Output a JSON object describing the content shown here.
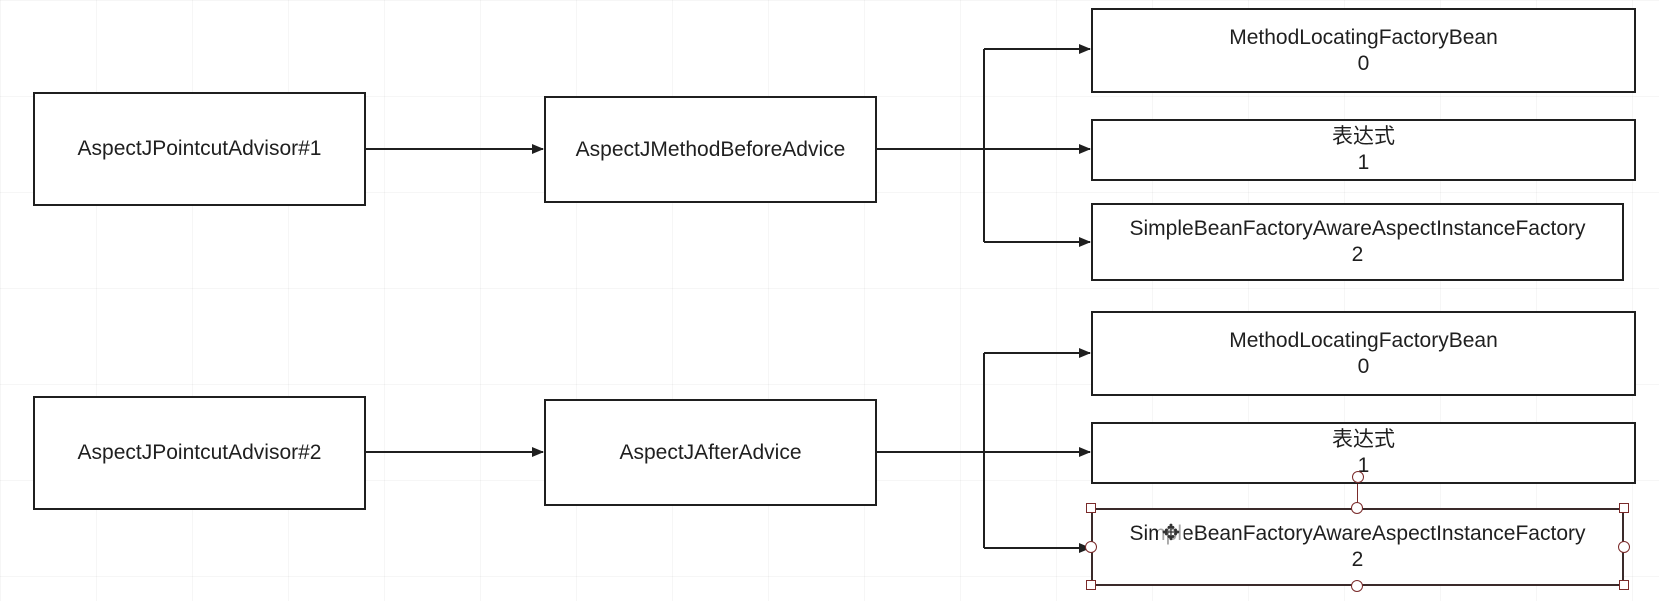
{
  "diagram": {
    "groups": [
      {
        "advisor": "AspectJPointcutAdvisor#1",
        "advice": "AspectJMethodBeforeAdvice",
        "args": [
          {
            "name": "MethodLocatingFactoryBean",
            "index": "0"
          },
          {
            "name": "表达式",
            "index": "1"
          },
          {
            "name": "SimpleBeanFactoryAwareAspectInstanceFactory",
            "index": "2"
          }
        ]
      },
      {
        "advisor": "AspectJPointcutAdvisor#2",
        "advice": "AspectJAfterAdvice",
        "args": [
          {
            "name": "MethodLocatingFactoryBean",
            "index": "0"
          },
          {
            "name": "表达式",
            "index": "1"
          },
          {
            "name": "SimpleBeanFactoryAwareAspectInstanceFactory",
            "index": "2"
          }
        ]
      }
    ]
  },
  "colors": {
    "stroke": "#1f1f1f",
    "selection": "#7a2a2a",
    "grid": "#f2f2f2"
  },
  "selection_icon": "move-cursor-icon"
}
